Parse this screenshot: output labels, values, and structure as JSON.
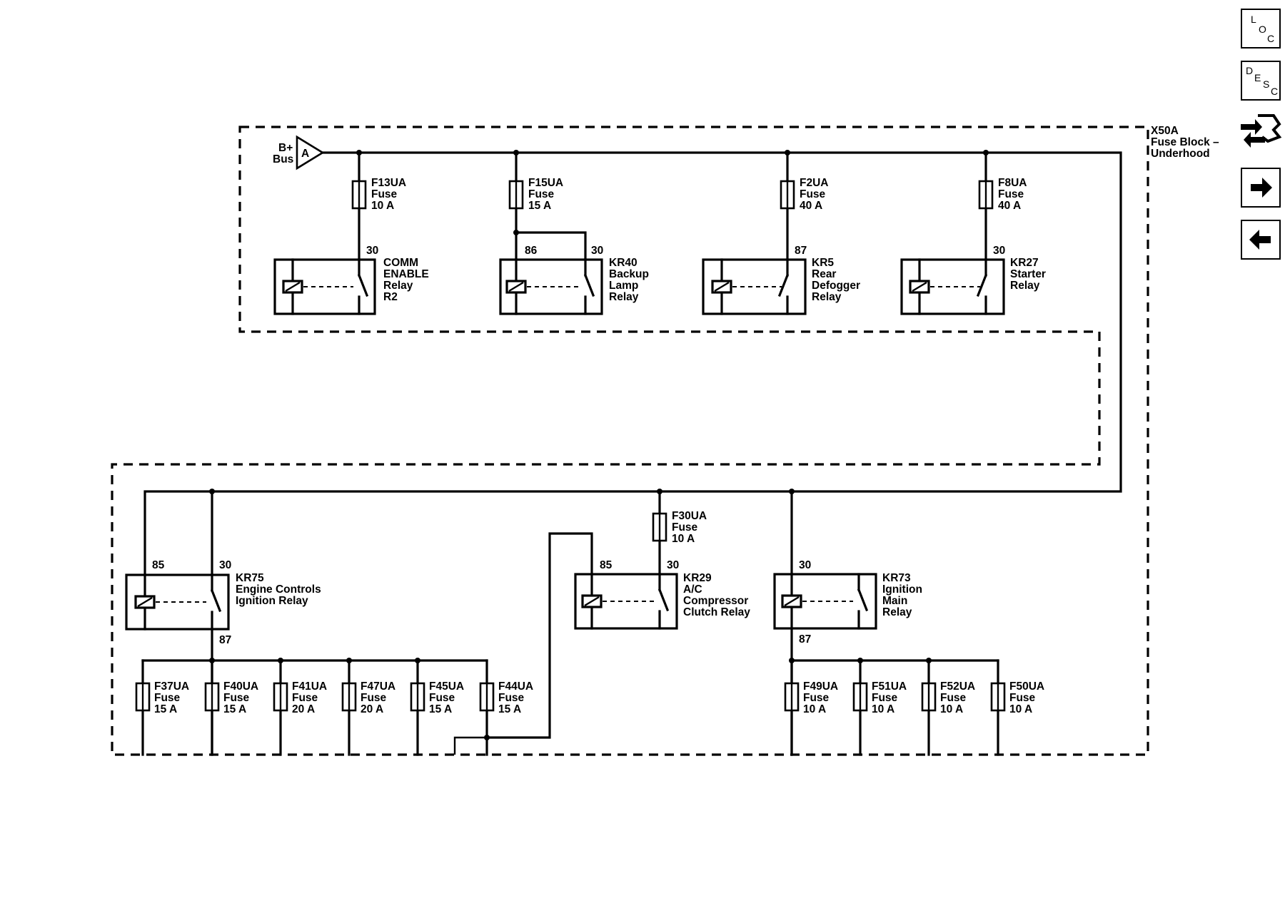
{
  "nav": {
    "loc": [
      "L",
      "O",
      "C"
    ],
    "desc": [
      "D",
      "E",
      "S",
      "C"
    ],
    "icons": [
      "connector-tool-icon",
      "arrow-right-icon",
      "arrow-left-icon"
    ]
  },
  "block": {
    "line1": "X50A",
    "line2": "Fuse Block –",
    "line3": "Underhood"
  },
  "bus": {
    "line1": "B+",
    "line2": "Bus",
    "connector": "A"
  },
  "top_fuses": [
    {
      "id": "F13UA",
      "type": "Fuse",
      "rating": "10 A"
    },
    {
      "id": "F15UA",
      "type": "Fuse",
      "rating": "15 A"
    },
    {
      "id": "F2UA",
      "type": "Fuse",
      "rating": "40 A"
    },
    {
      "id": "F8UA",
      "type": "Fuse",
      "rating": "40 A"
    },
    {
      "id": "F30UA",
      "type": "Fuse",
      "rating": "10 A"
    }
  ],
  "top_relays": [
    {
      "pin": "30",
      "lines": [
        "COMM",
        "ENABLE",
        "Relay",
        "R2"
      ]
    },
    {
      "pin_coil": "86",
      "pin": "30",
      "lines": [
        "KR40",
        "Backup",
        "Lamp",
        "Relay"
      ]
    },
    {
      "pin": "87",
      "lines": [
        "KR5",
        "Rear",
        "Defogger",
        "Relay"
      ]
    },
    {
      "pin": "30",
      "lines": [
        "KR27",
        "Starter",
        "Relay"
      ]
    }
  ],
  "bottom_relays": [
    {
      "pin_coil": "85",
      "pin": "30",
      "pin_out": "87",
      "lines": [
        "KR75",
        "Engine Controls",
        "Ignition Relay"
      ]
    },
    {
      "pin_coil": "85",
      "pin": "30",
      "lines": [
        "KR29",
        "A/C",
        "Compressor",
        "Clutch Relay"
      ]
    },
    {
      "pin": "30",
      "pin_out": "87",
      "lines": [
        "KR73",
        "Ignition",
        "Main",
        "Relay"
      ]
    }
  ],
  "bottom_fuses": [
    {
      "id": "F37UA",
      "type": "Fuse",
      "rating": "15 A"
    },
    {
      "id": "F40UA",
      "type": "Fuse",
      "rating": "15 A"
    },
    {
      "id": "F41UA",
      "type": "Fuse",
      "rating": "20 A"
    },
    {
      "id": "F47UA",
      "type": "Fuse",
      "rating": "20 A"
    },
    {
      "id": "F45UA",
      "type": "Fuse",
      "rating": "15 A"
    },
    {
      "id": "F44UA",
      "type": "Fuse",
      "rating": "15 A"
    },
    {
      "id": "F49UA",
      "type": "Fuse",
      "rating": "10 A"
    },
    {
      "id": "F51UA",
      "type": "Fuse",
      "rating": "10 A"
    },
    {
      "id": "F52UA",
      "type": "Fuse",
      "rating": "10 A"
    },
    {
      "id": "F50UA",
      "type": "Fuse",
      "rating": "10 A"
    }
  ]
}
